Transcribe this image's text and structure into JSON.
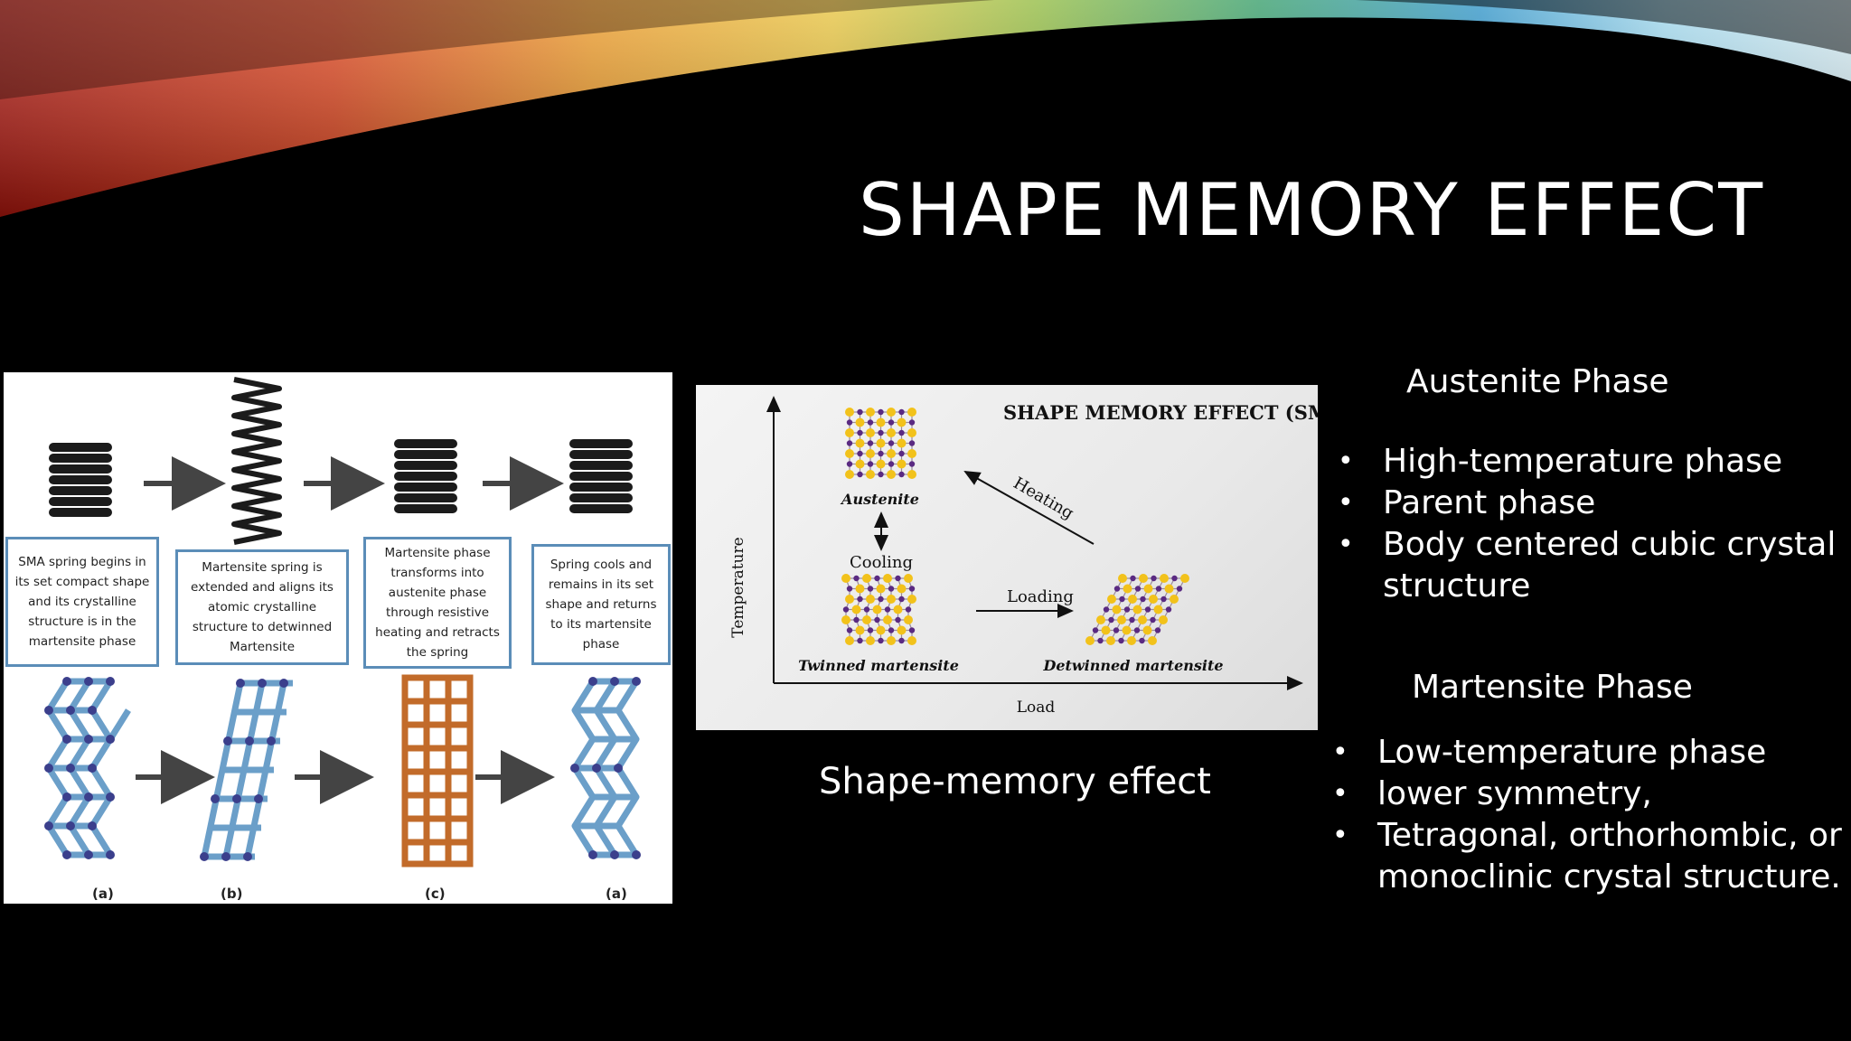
{
  "slide": {
    "title": "SHAPE MEMORY EFFECT"
  },
  "left_figure": {
    "captions": [
      "SMA spring begins in its set compact shape and its crystalline structure is in the martensite phase",
      "Martensite spring is extended and aligns its atomic crystalline structure to detwinned Martensite",
      "Martensite phase transforms into austenite phase through resistive heating and retracts the spring",
      "Spring cools and remains in its set shape and returns to its martensite phase"
    ],
    "sub_labels": [
      "(a)",
      "(b)",
      "(c)",
      "(a)"
    ]
  },
  "middle_figure": {
    "title": "SHAPE MEMORY EFFECT (SME",
    "ylabel": "Temperature",
    "xlabel": "Load",
    "states": [
      "Austenite",
      "Twinned martensite",
      "Detwinned martensite"
    ],
    "transitions": [
      "Cooling",
      "Loading",
      "Heating"
    ],
    "caption": "Shape-memory effect"
  },
  "austenite": {
    "heading": "Austenite Phase",
    "bullets": [
      "High-temperature phase",
      "Parent phase",
      "Body centered cubic crystal",
      "structure"
    ]
  },
  "martensite": {
    "heading": "Martensite Phase",
    "bullets": [
      "Low-temperature phase",
      "lower symmetry,",
      "Tetragonal, orthorhombic, or",
      "monoclinic crystal structure."
    ]
  },
  "icons": {
    "bullet": "•"
  },
  "colors": {
    "background": "#000000",
    "text": "#ffffff",
    "caption_border": "#5b8db8",
    "lattice_blue": "#6b9fc9",
    "lattice_orange": "#c26b2a",
    "atom_purple": "#5a2a82",
    "atom_yellow": "#f2c21b"
  }
}
